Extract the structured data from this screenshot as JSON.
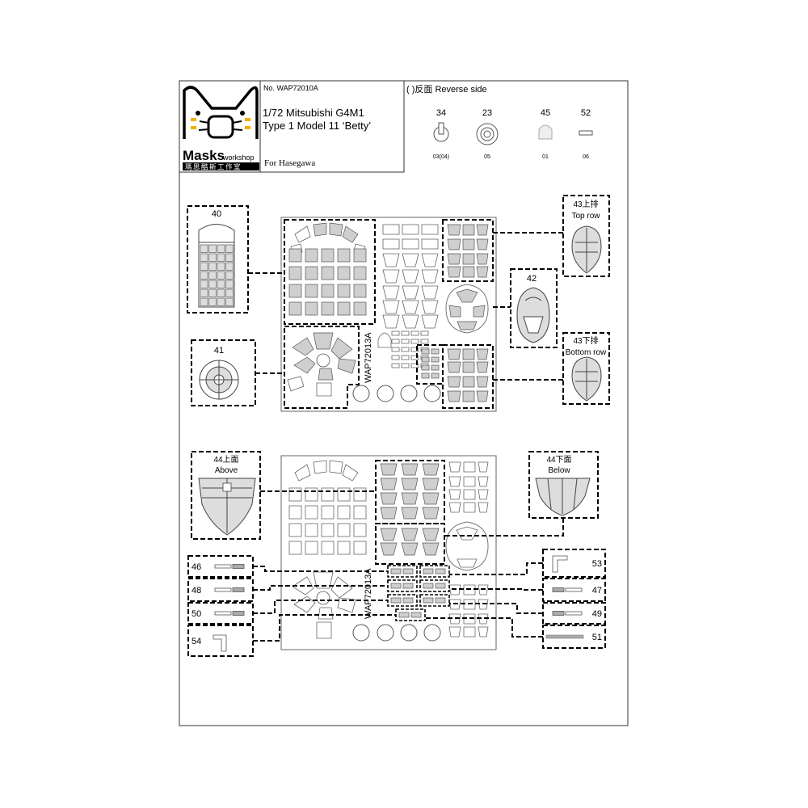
{
  "header": {
    "logo_text": "Masks",
    "logo_sub": "workshop",
    "logo_cjk": "瑪思酷斯工作室",
    "product_no": "No. WAP72010A",
    "title_line1": "1/72 Mitsubishi G4M1",
    "title_line2": "Type 1 Model 11 ‘Betty’",
    "for_kit": "For Hasegawa",
    "reverse_note": "( )反面 Reverse side"
  },
  "legend": [
    {
      "num": "34",
      "code": "03(04)",
      "icon": "pin-icon"
    },
    {
      "num": "23",
      "code": "05",
      "icon": "ring-icon"
    },
    {
      "num": "45",
      "code": "01",
      "icon": "dome-icon"
    },
    {
      "num": "52",
      "code": "06",
      "icon": "bar-icon"
    }
  ],
  "upper_sheet": {
    "label": "WAP72013A",
    "callouts": [
      {
        "num": "40",
        "name": "canopy-frame"
      },
      {
        "num": "41",
        "name": "turret-ring"
      },
      {
        "num": "42",
        "name": "nose-dome"
      },
      {
        "num": "43上排",
        "sub": "Top row",
        "name": "tail-top"
      },
      {
        "num": "43下排",
        "sub": "Bottom row",
        "name": "tail-bottom"
      }
    ]
  },
  "lower_sheet": {
    "label": "WAP72013A",
    "callouts": [
      {
        "num": "44上面",
        "sub": "Above",
        "name": "nose-above"
      },
      {
        "num": "44下面",
        "sub": "Below",
        "name": "nose-below"
      }
    ],
    "left_parts": [
      "46",
      "48",
      "50",
      "54"
    ],
    "right_parts": [
      "53",
      "47",
      "49",
      "51"
    ]
  },
  "colors": {
    "mask_fill": "#cfcfcf",
    "line": "#000000",
    "outline": "#555555"
  }
}
